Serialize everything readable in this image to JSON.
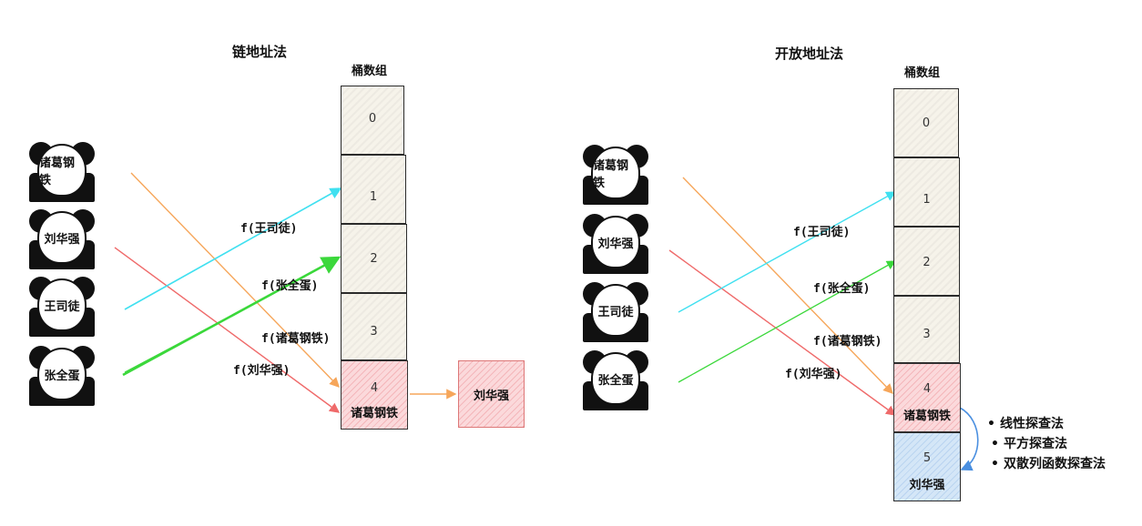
{
  "left": {
    "title": "链地址法",
    "bucket_label": "桶数组",
    "buckets": [
      {
        "index": "0",
        "value": ""
      },
      {
        "index": "1",
        "value": ""
      },
      {
        "index": "2",
        "value": ""
      },
      {
        "index": "3",
        "value": ""
      },
      {
        "index": "4",
        "value": "诸葛钢铁"
      }
    ],
    "chain_node": "刘华强",
    "keys": [
      "诸葛钢铁",
      "刘华强",
      "王司徒",
      "张全蛋"
    ],
    "func_labels": [
      "f(王司徒)",
      "f(张全蛋)",
      "f(诸葛钢铁)",
      "f(刘华强)"
    ]
  },
  "right": {
    "title": "开放地址法",
    "bucket_label": "桶数组",
    "buckets": [
      {
        "index": "0",
        "value": ""
      },
      {
        "index": "1",
        "value": ""
      },
      {
        "index": "2",
        "value": ""
      },
      {
        "index": "3",
        "value": ""
      },
      {
        "index": "4",
        "value": "诸葛钢铁"
      },
      {
        "index": "5",
        "value": "刘华强"
      }
    ],
    "keys": [
      "诸葛钢铁",
      "刘华强",
      "王司徒",
      "张全蛋"
    ],
    "func_labels": [
      "f(王司徒)",
      "f(张全蛋)",
      "f(诸葛钢铁)",
      "f(刘华强)"
    ],
    "probe_methods": [
      "线性探查法",
      "平方探查法",
      "双散列函数探查法"
    ]
  },
  "colors": {
    "orange": "#f6a65a",
    "red": "#ef6a6a",
    "cyan": "#40e0f0",
    "green": "#3bd83b",
    "blue_arc": "#4a8fe0"
  }
}
